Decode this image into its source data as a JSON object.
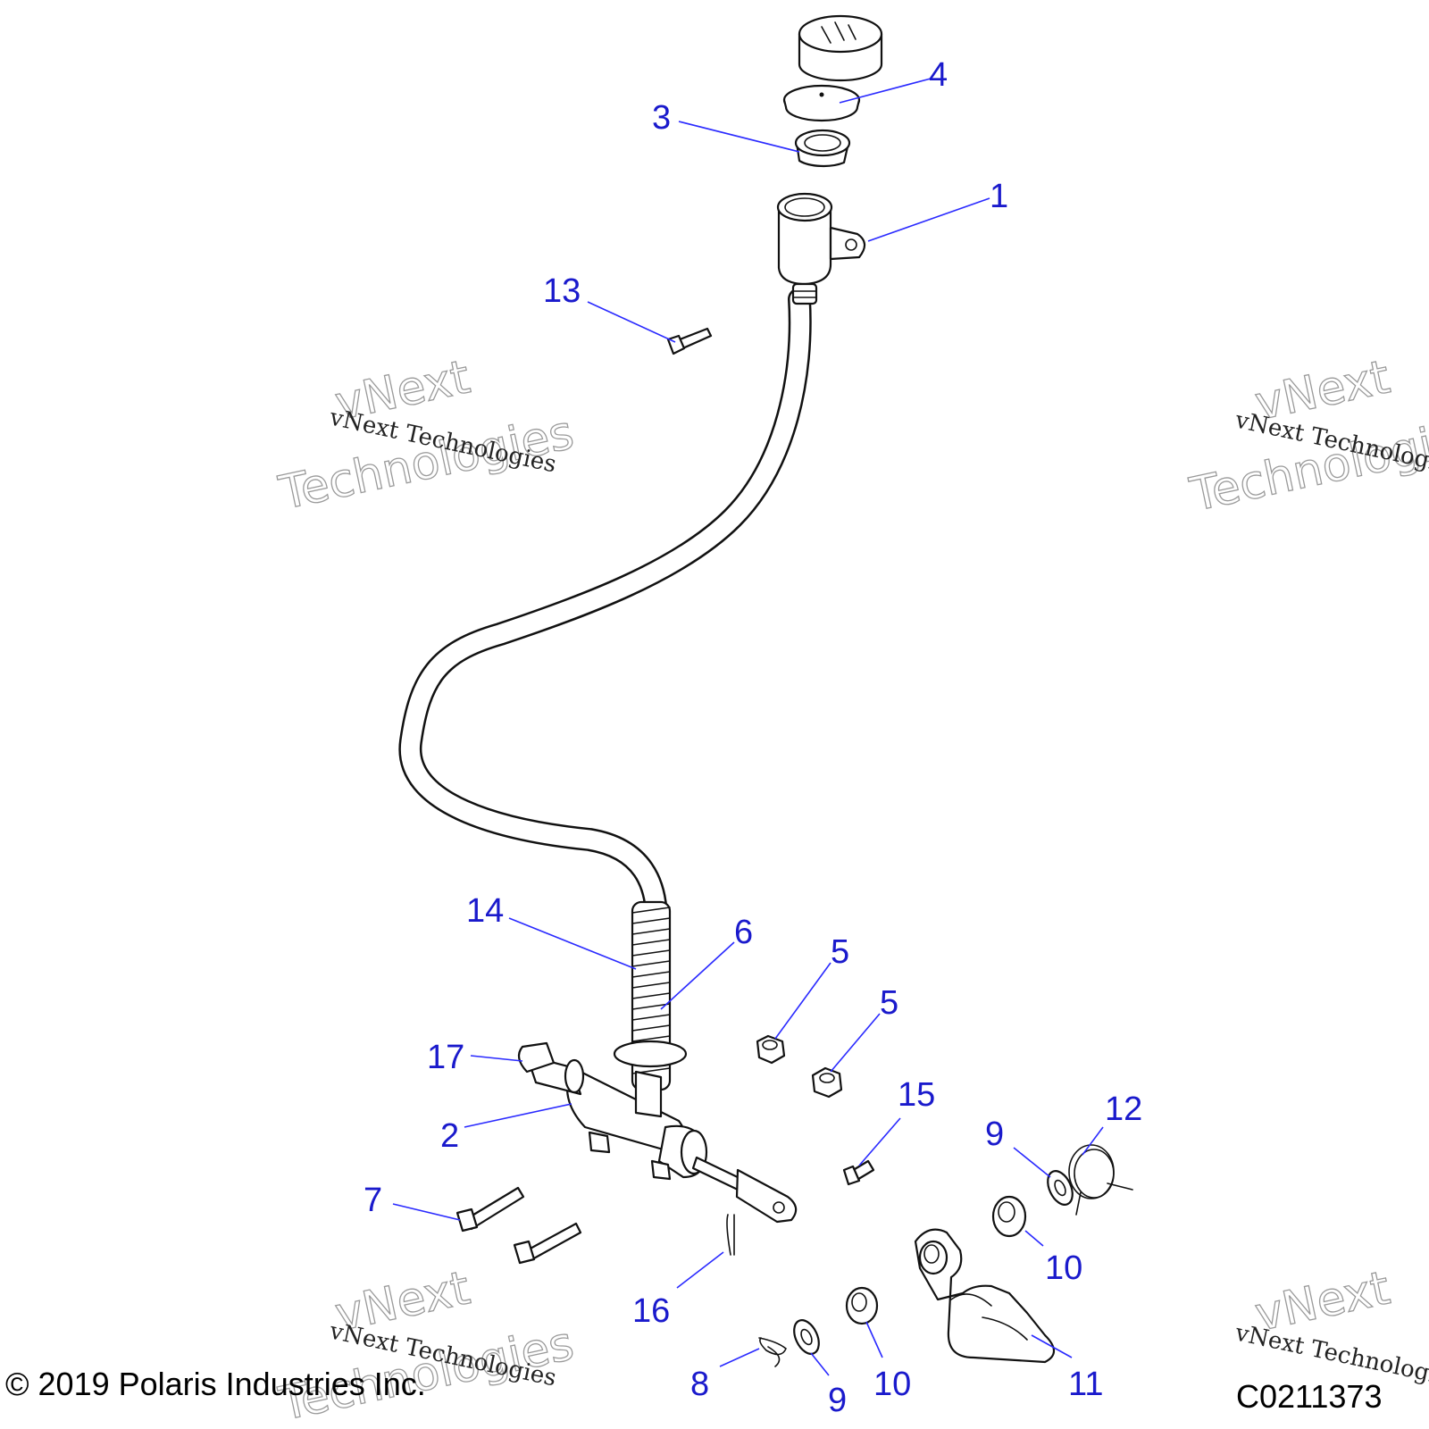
{
  "watermark": {
    "line1": "vNext",
    "line2": "Technologies",
    "small": "vNext Technologies"
  },
  "footer": {
    "copyright": "© 2019 Polaris Industries  Inc.",
    "code": "C0211373"
  },
  "callouts": {
    "c1": "1",
    "c2": "2",
    "c3": "3",
    "c4": "4",
    "c5a": "5",
    "c5b": "5",
    "c6": "6",
    "c7": "7",
    "c8": "8",
    "c9a": "9",
    "c9b": "9",
    "c10a": "10",
    "c10b": "10",
    "c11": "11",
    "c12": "12",
    "c13": "13",
    "c14": "14",
    "c15": "15",
    "c16": "16",
    "c17": "17"
  }
}
